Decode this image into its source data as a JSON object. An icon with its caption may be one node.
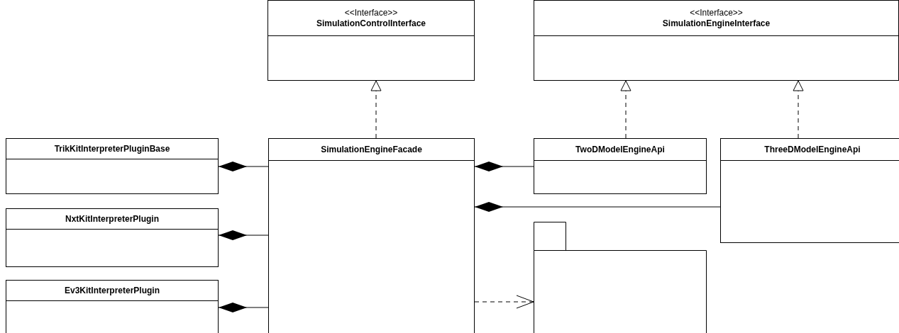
{
  "diagram": {
    "nodes": [
      {
        "text": [
          "<<Interface>>",
          "SimulationControlInterface"
        ]
      },
      {
        "text": [
          "<<Interface>>",
          "SimulationEngineInterface"
        ]
      },
      {
        "text": [
          "TrikKitInterpreterPluginBase"
        ]
      },
      {
        "text": [
          "SimulationEngineFacade"
        ]
      },
      {
        "text": [
          "TwoDModelEngineApi"
        ]
      },
      {
        "text": [
          "ThreeDModelEngineApi"
        ]
      },
      {
        "text": [
          "NxtKitInterpreterPlugin"
        ]
      },
      {
        "text": [
          "Ev3KitInterpreterPlugin"
        ]
      },
      {
        "text": [],
        "shape": "folder"
      }
    ],
    "edges": [
      {
        "from": 3,
        "to": 0,
        "arrow": "to",
        "style": "dashed"
      },
      {
        "from": 4,
        "to": 1,
        "arrow": "to",
        "style": "dashed"
      },
      {
        "from": 5,
        "to": 1,
        "arrow": "to",
        "style": "dashed"
      },
      {
        "from": 3,
        "to": 2,
        "arrow": "other"
      },
      {
        "from": 3,
        "to": 6,
        "arrow": "other"
      },
      {
        "from": 3,
        "to": 7,
        "arrow": "other"
      },
      {
        "from": 4,
        "to": 3,
        "arrow": "other"
      },
      {
        "from": 5,
        "to": 3,
        "arrow": "other"
      },
      {
        "from": 3,
        "to": 8,
        "arrow": "to",
        "style": "dashed"
      }
    ]
  }
}
